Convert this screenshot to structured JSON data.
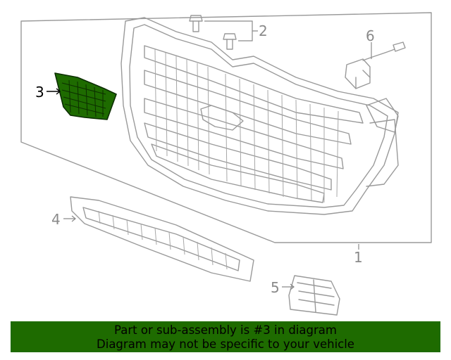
{
  "callouts": {
    "c1": "1",
    "c2": "2",
    "c3": "3",
    "c4": "4",
    "c5": "5",
    "c6": "6"
  },
  "banner": {
    "line1": "Part or sub-assembly is #3 in diagram",
    "line2": "Diagram may not be specific to your vehicle"
  },
  "colors": {
    "highlight_part": "#1e6b00",
    "banner_bg": "#1e6b00",
    "line": "#9a9a9a"
  }
}
